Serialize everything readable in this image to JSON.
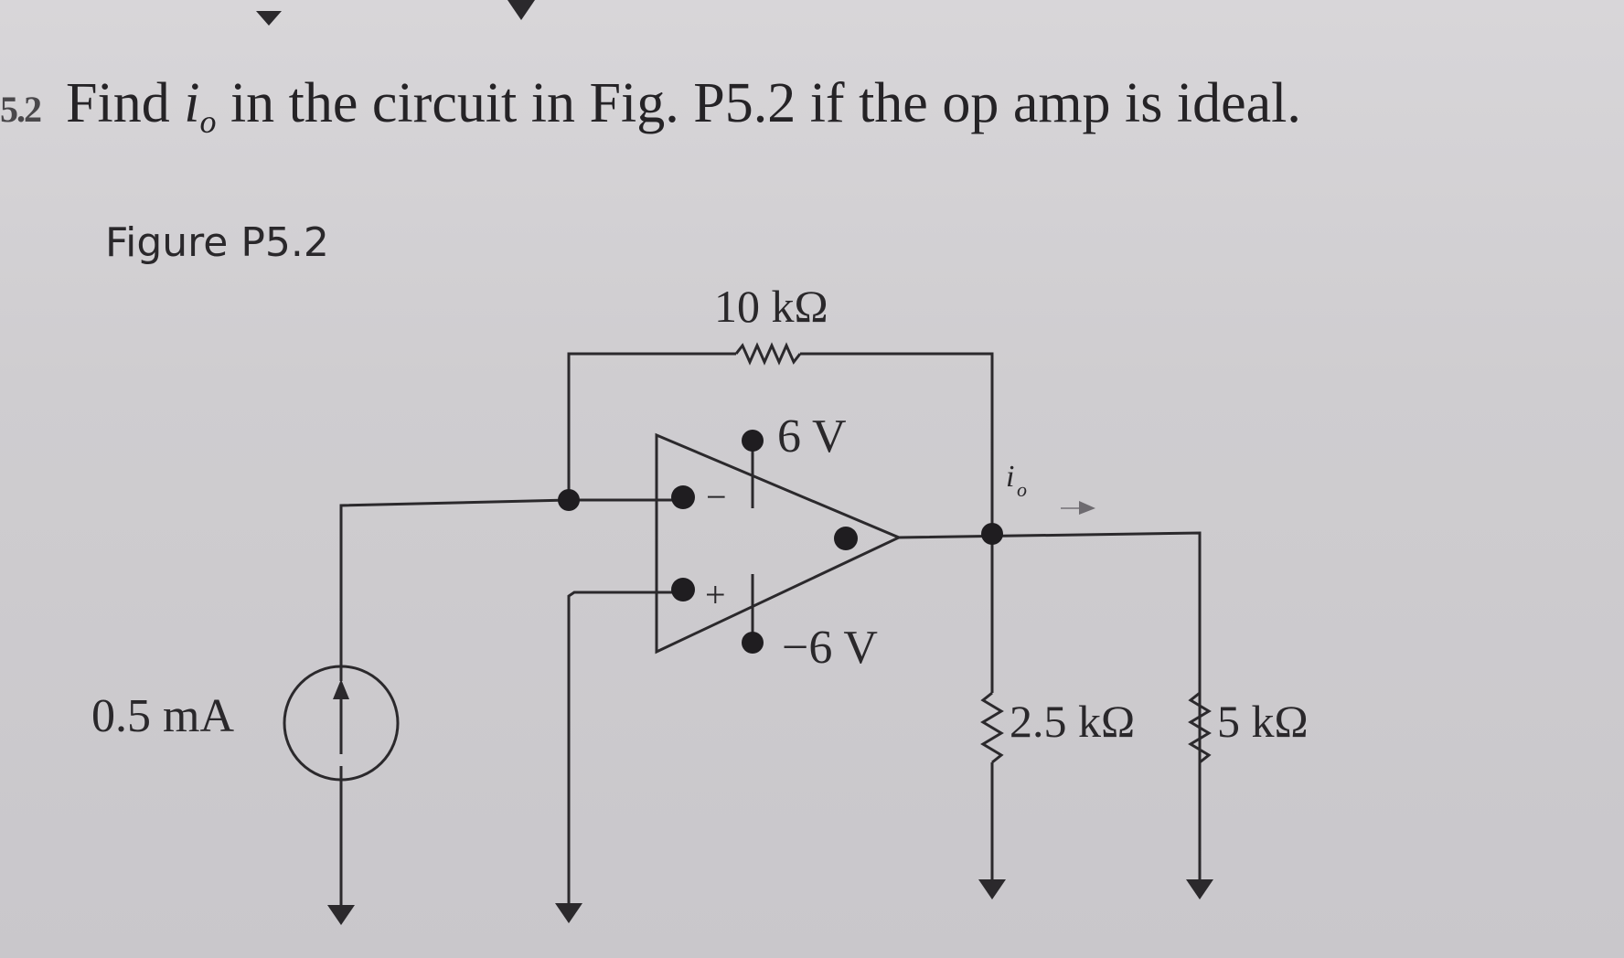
{
  "problem": {
    "number": "5.2",
    "text_before": "Find ",
    "variable": "i",
    "variable_sub": "o",
    "text_after": " in the circuit in Fig. P5.2 if the op amp is ideal."
  },
  "figure": {
    "caption": "Figure P5.2",
    "labels": {
      "feedback_resistor": "10 kΩ",
      "positive_supply": "6 V",
      "negative_supply": "−6 V",
      "inverting_sign": "−",
      "noninverting_sign": "+",
      "current_source": "0.5 mA",
      "output_current_var": "i",
      "output_current_sub": "o",
      "load_resistor_1": "2.5 kΩ",
      "load_resistor_2": "5 kΩ"
    }
  }
}
